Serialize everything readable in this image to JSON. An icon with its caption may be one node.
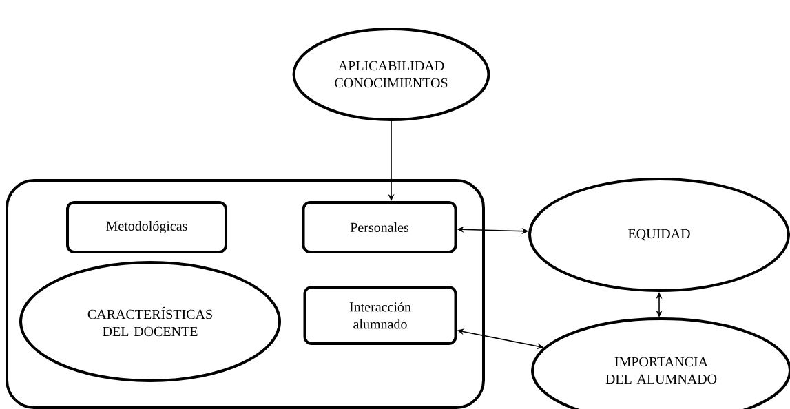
{
  "diagram": {
    "nodes": [
      {
        "text": [
          "APLICABILIDAD CONOCIMIENTOS"
        ]
      },
      {
        "text": [],
        "shape": "box"
      },
      {
        "text": [
          "Metodológicas"
        ],
        "in": 1
      },
      {
        "text": [
          "Personales"
        ],
        "in": 1
      },
      {
        "text": [
          "CARACTERÍSTICAS DEL DOCENTE"
        ],
        "in": 1
      },
      {
        "text": [
          "Interacción alumnado"
        ],
        "in": 1
      },
      {
        "text": [
          "EQUIDAD"
        ]
      },
      {
        "text": [
          "IMPORTANCIA DEL ALUMNADO"
        ]
      }
    ],
    "edges": [
      {
        "from": 0,
        "to": 3,
        "arrow": "to"
      },
      {
        "from": 3,
        "to": 6,
        "arrow": "both"
      },
      {
        "from": 6,
        "to": 7,
        "arrow": "both"
      },
      {
        "from": 5,
        "to": 7,
        "arrow": "both"
      }
    ]
  }
}
